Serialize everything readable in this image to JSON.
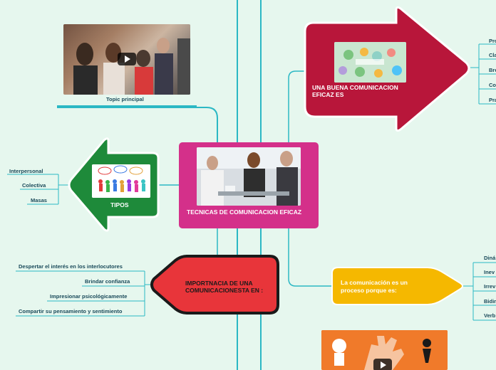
{
  "colors": {
    "background": "#e6f7ee",
    "connector": "#2bb8c4",
    "central": "#d4308a",
    "red_arrow": "#b8163a",
    "green_arrow": "#1e8a3a",
    "red_shape": "#e8353a",
    "yellow_shape": "#f5b800"
  },
  "central": {
    "label": "TECNICAS DE COMUNICACION EFICAZ",
    "image_icon": "business-meeting-photo"
  },
  "topic": {
    "label": "Topic principal",
    "video_icon": "video-play-icon"
  },
  "buena": {
    "label": "UNA BUENA COMUNICACION EFICAZ ES",
    "image_icon": "communication-people-illustration",
    "children": [
      "Pro",
      "Cla",
      "Bre",
      "Co",
      "Pra"
    ]
  },
  "tipos": {
    "label": "TIPOS",
    "image_icon": "speech-bubbles-people-illustration",
    "children": [
      "Interpersonal",
      "Colectiva",
      "Masas"
    ]
  },
  "importancia": {
    "label": "IMPORTNACIA DE UNA COMUNICACIONESTA EN :",
    "children": [
      "Despertar el interés en los interlocutores",
      "Brindar confianza",
      "Impresionar psicológicamente",
      "Compartir su pensamiento y sentimiento"
    ]
  },
  "proceso": {
    "label": "La comunicación es un proceso porque es:",
    "children": [
      "Diná",
      "Inev",
      "Irrev",
      "Bidir",
      "Verb"
    ]
  },
  "bottom_video": {
    "video_icon": "video-play-icon",
    "image_icon": "hand-cartoon-illustration"
  }
}
